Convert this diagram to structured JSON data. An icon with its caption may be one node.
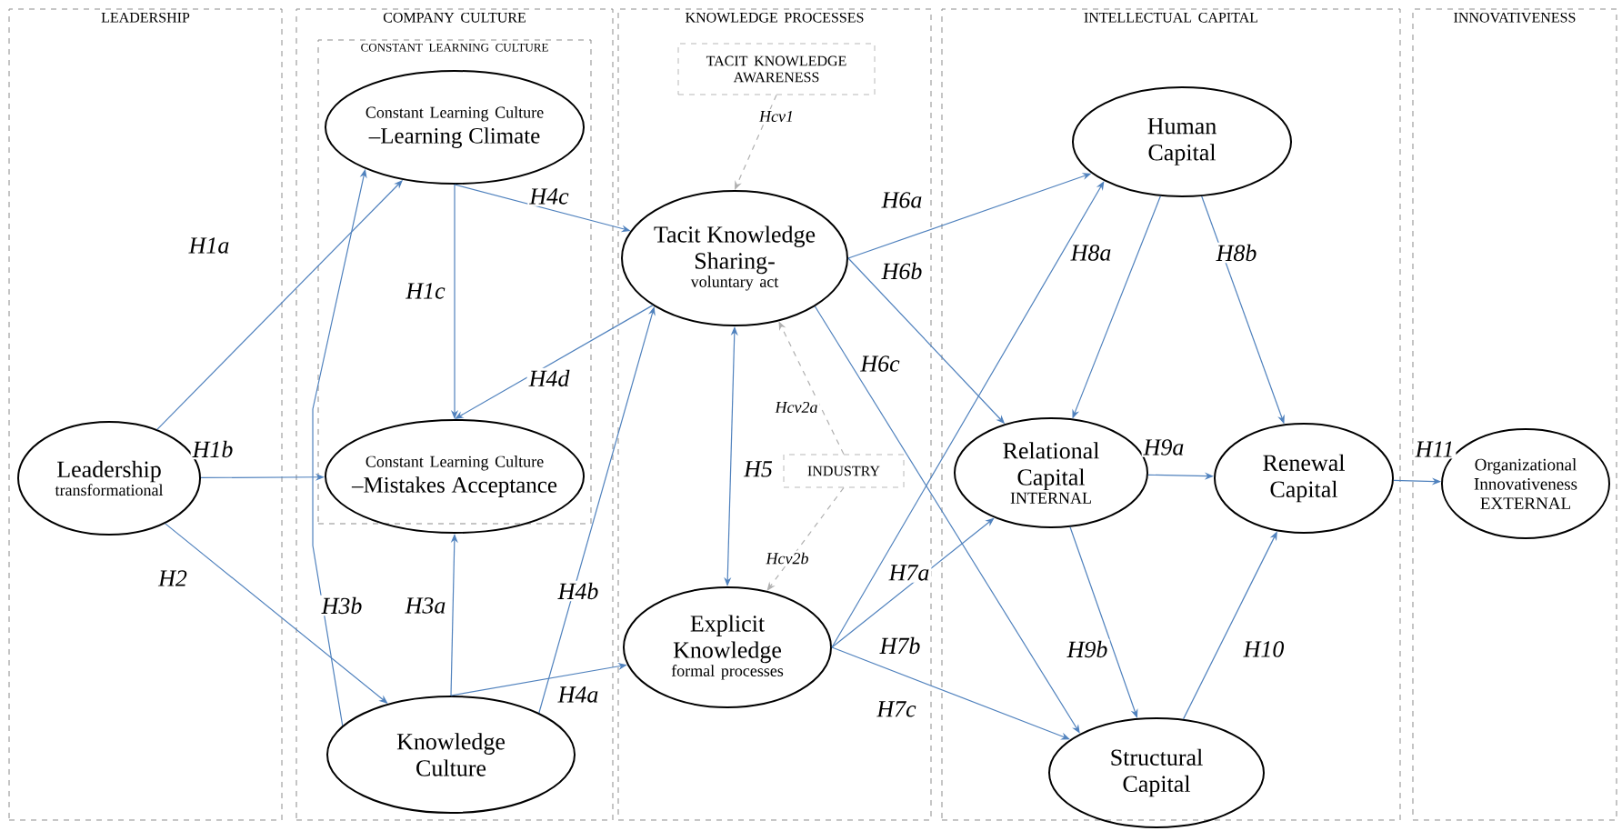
{
  "diagram": {
    "nodes": [
      {
        "text": [
          "LEADERSHIP"
        ]
      },
      {
        "text": [
          "COMPANY CULTURE"
        ]
      },
      {
        "text": [
          "CONSTANT LEARNING CULTURE"
        ],
        "in": 1
      },
      {
        "text": [
          "KNOWLEDGE PROCESSES"
        ]
      },
      {
        "text": [
          "INTELLECTUAL CAPITAL"
        ]
      },
      {
        "text": [
          "INNOVATIVENESS"
        ]
      },
      {
        "text": [
          "Leadership",
          "transformational"
        ],
        "in": 0
      },
      {
        "text": [
          "Constant Learning Culture",
          "–Learning Climate"
        ],
        "in": 2
      },
      {
        "text": [
          "Constant Learning Culture",
          "–Mistakes Acceptance"
        ],
        "in": 2
      },
      {
        "text": [
          "Knowledge Culture"
        ],
        "in": 1
      },
      {
        "text": [
          "TACIT KNOWLEDGE AWARENESS"
        ],
        "in": 3
      },
      {
        "text": [
          "Tacit Knowledge Sharing-",
          "voluntary act"
        ],
        "in": 3
      },
      {
        "text": [
          "INDUSTRY"
        ],
        "in": 3
      },
      {
        "text": [
          "Explicit Knowledge",
          "formal processes"
        ],
        "in": 3
      },
      {
        "text": [
          "Human Capital"
        ],
        "in": 4
      },
      {
        "text": [
          "Relational Capital",
          "INTERNAL"
        ],
        "in": 4
      },
      {
        "text": [
          "Renewal Capital"
        ],
        "in": 4
      },
      {
        "text": [
          "Structural Capital"
        ],
        "in": 4
      },
      {
        "text": [
          "Organizational Innovativeness EXTERNAL"
        ],
        "in": 5
      }
    ],
    "edges": [
      {
        "from": 6,
        "to": 7,
        "arrow": "to",
        "label": "H1a"
      },
      {
        "from": 6,
        "to": 8,
        "arrow": "to",
        "label": "H1b"
      },
      {
        "from": 6,
        "to": 9,
        "arrow": "to",
        "label": "H2"
      },
      {
        "from": 7,
        "to": 8,
        "arrow": "to",
        "label": "H1c"
      },
      {
        "from": 7,
        "to": 11,
        "arrow": "to",
        "label": "H4c"
      },
      {
        "from": 11,
        "to": 8,
        "arrow": "to",
        "label": "H4d"
      },
      {
        "from": 9,
        "to": 7,
        "arrow": "to",
        "label": "H3b"
      },
      {
        "from": 9,
        "to": 8,
        "arrow": "to",
        "label": "H3a"
      },
      {
        "from": 9,
        "to": 11,
        "arrow": "to",
        "label": "H4b"
      },
      {
        "from": 9,
        "to": 13,
        "arrow": "to",
        "label": "H4a"
      },
      {
        "from": 10,
        "to": 11,
        "arrow": "to",
        "label": "Hcv1",
        "style": "dashed",
        "color": "#b0b0b0"
      },
      {
        "from": 11,
        "to": 13,
        "arrow": "both",
        "label": "H5"
      },
      {
        "from": 12,
        "to": 11,
        "arrow": "to",
        "label": "Hcv2a",
        "style": "dashed",
        "color": "#b0b0b0"
      },
      {
        "from": 12,
        "to": 13,
        "arrow": "to",
        "label": "Hcv2b",
        "style": "dashed",
        "color": "#b0b0b0"
      },
      {
        "from": 11,
        "to": 14,
        "arrow": "to",
        "label": "H6a"
      },
      {
        "from": 11,
        "to": 15,
        "arrow": "to",
        "label": "H6b"
      },
      {
        "from": 11,
        "to": 17,
        "arrow": "to",
        "label": "H6c"
      },
      {
        "from": 13,
        "to": 14,
        "arrow": "to",
        "label": "H7a"
      },
      {
        "from": 13,
        "to": 15,
        "arrow": "to",
        "label": "H7b"
      },
      {
        "from": 13,
        "to": 17,
        "arrow": "to",
        "label": "H7c"
      },
      {
        "from": 14,
        "to": 15,
        "arrow": "to",
        "label": "H8a"
      },
      {
        "from": 14,
        "to": 16,
        "arrow": "to",
        "label": "H8b"
      },
      {
        "from": 15,
        "to": 16,
        "arrow": "to",
        "label": "H9a"
      },
      {
        "from": 15,
        "to": 17,
        "arrow": "to",
        "label": "H9b"
      },
      {
        "from": 17,
        "to": 16,
        "arrow": "to",
        "label": "H10"
      },
      {
        "from": 16,
        "to": 18,
        "arrow": "to",
        "label": "H11"
      }
    ]
  }
}
